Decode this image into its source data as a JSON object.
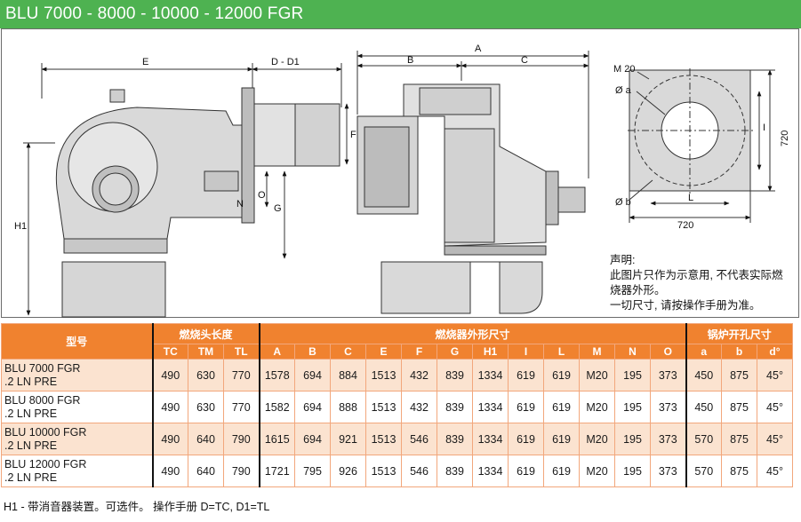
{
  "title": "BLU 7000 - 8000 - 10000 - 12000 FGR",
  "drawing": {
    "dim_labels": {
      "E": "E",
      "D_D1": "D - D1",
      "F": "F",
      "O": "O",
      "N": "N",
      "G": "G",
      "H1": "H1",
      "A": "A",
      "B": "B",
      "C": "C",
      "M20": "M 20",
      "phi_a": "Ø a",
      "phi_b": "Ø b",
      "I": "I",
      "L": "L",
      "v720": "720",
      "h720": "720"
    },
    "note_lines": [
      "声明:",
      "此图片只作为示意用, 不代表实际燃",
      "烧器外形。",
      "一切尺寸, 请按操作手册为准。"
    ]
  },
  "table": {
    "header_model": "型号",
    "group_head": "燃烧头长度",
    "group_dims": "燃烧器外形尺寸",
    "group_boiler": "锅炉开孔尺寸",
    "head_cols": [
      "TC",
      "TM",
      "TL"
    ],
    "dim_cols": [
      "A",
      "B",
      "C",
      "E",
      "F",
      "G",
      "H1",
      "I",
      "L",
      "M",
      "N",
      "O"
    ],
    "boiler_cols": [
      "a",
      "b",
      "d°"
    ],
    "rows": [
      {
        "model_1": "BLU 7000 FGR",
        "model_2": ".2 LN PRE",
        "values": [
          "490",
          "630",
          "770",
          "1578",
          "694",
          "884",
          "1513",
          "432",
          "839",
          "1334",
          "619",
          "619",
          "M20",
          "195",
          "373",
          "450",
          "875",
          "45°"
        ]
      },
      {
        "model_1": "BLU 8000 FGR",
        "model_2": ".2 LN PRE",
        "values": [
          "490",
          "630",
          "770",
          "1582",
          "694",
          "888",
          "1513",
          "432",
          "839",
          "1334",
          "619",
          "619",
          "M20",
          "195",
          "373",
          "450",
          "875",
          "45°"
        ]
      },
      {
        "model_1": "BLU 10000 FGR",
        "model_2": ".2 LN PRE",
        "values": [
          "490",
          "640",
          "790",
          "1615",
          "694",
          "921",
          "1513",
          "546",
          "839",
          "1334",
          "619",
          "619",
          "M20",
          "195",
          "373",
          "570",
          "875",
          "45°"
        ]
      },
      {
        "model_1": "BLU 12000 FGR",
        "model_2": ".2 LN PRE",
        "values": [
          "490",
          "640",
          "790",
          "1721",
          "795",
          "926",
          "1513",
          "546",
          "839",
          "1334",
          "619",
          "619",
          "M20",
          "195",
          "373",
          "570",
          "875",
          "45°"
        ]
      }
    ]
  },
  "footnote": "H1 - 带消音器装置。可选件。 操作手册 D=TC, D1=TL"
}
